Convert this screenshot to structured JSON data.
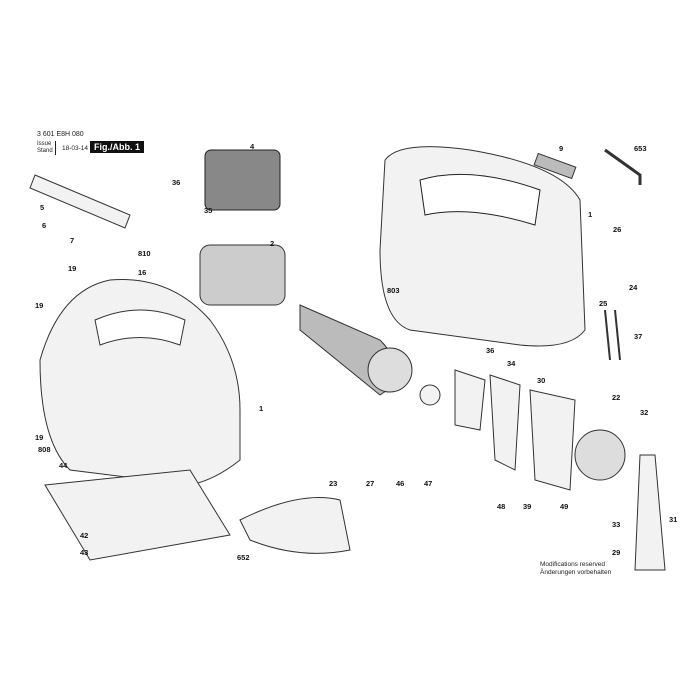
{
  "header": {
    "part_number": "3 601 E8H 080",
    "issue_label": "Issue",
    "stand_label": "Stand",
    "date": "18-03-14",
    "figure": "Fig./Abb. 1"
  },
  "footer": {
    "note_en": "Modifications reserved",
    "note_de": "Änderungen vorbehalten"
  },
  "labels": [
    "5",
    "6",
    "7",
    "19",
    "36",
    "4",
    "35",
    "810",
    "16",
    "2",
    "9",
    "653",
    "1",
    "26",
    "24",
    "25",
    "37",
    "803",
    "19",
    "1",
    "19",
    "808",
    "44",
    "36",
    "34",
    "30",
    "22",
    "32",
    "33",
    "31",
    "29",
    "23",
    "27",
    "46",
    "47",
    "48",
    "39",
    "49",
    "42",
    "43",
    "652"
  ]
}
